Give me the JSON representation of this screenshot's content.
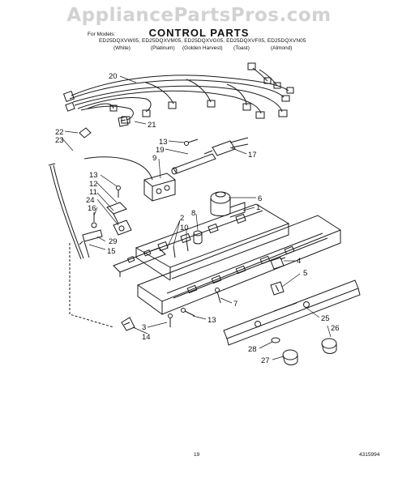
{
  "watermark": "AppliancePartsPros.com",
  "title": "CONTROL PARTS",
  "models_label": "For Models:",
  "models_line": "ED25DQXVW05, ED25DQXVM05, ED25DQXVG05, ED25DQXVF05, ED25DQXVN05",
  "colors": [
    "(White)",
    "(Platinum)",
    "(Golden Harvest)",
    "(Toast)",
    "(Almond)"
  ],
  "callouts": [
    "20",
    "21",
    "22",
    "23",
    "13",
    "19",
    "9",
    "17",
    "13",
    "12",
    "11",
    "24",
    "16",
    "29",
    "15",
    "2",
    "10",
    "8",
    "6",
    "1",
    "4",
    "5",
    "7",
    "13",
    "3",
    "14",
    "25",
    "26",
    "28",
    "27"
  ],
  "page_number": "19",
  "doc_number": "4315994"
}
